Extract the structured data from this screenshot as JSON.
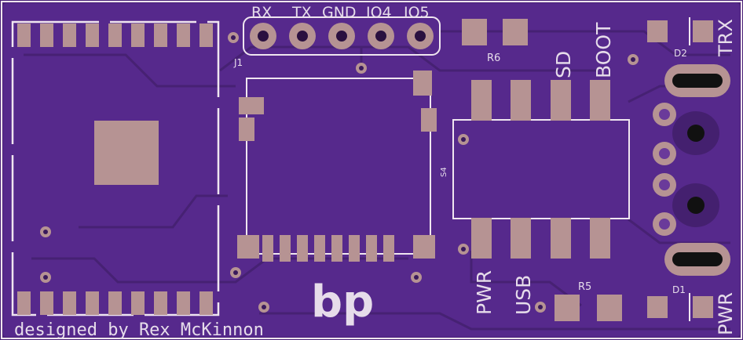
{
  "header": {
    "pins": [
      "RX",
      "TX",
      "GND",
      "IO4",
      "IO5"
    ],
    "connector_ref": "J1"
  },
  "components": {
    "r6": "R6",
    "r5": "R5",
    "d1": "D1",
    "d2": "D2",
    "switch": "S4"
  },
  "labels": {
    "sd": "SD",
    "boot": "BOOT",
    "pwr_switch": "PWR",
    "usb": "USB",
    "trx": "TRX",
    "pwr_led": "PWR"
  },
  "logo": {
    "text": "bp"
  },
  "credit": {
    "text": "designed by Rex McKinnon"
  },
  "colors": {
    "board": "#4a2278",
    "copper_fill": "#5a2a90",
    "pad": "#b69393",
    "silkscreen": "#e6dcea",
    "outline": "#f0e6f0"
  }
}
